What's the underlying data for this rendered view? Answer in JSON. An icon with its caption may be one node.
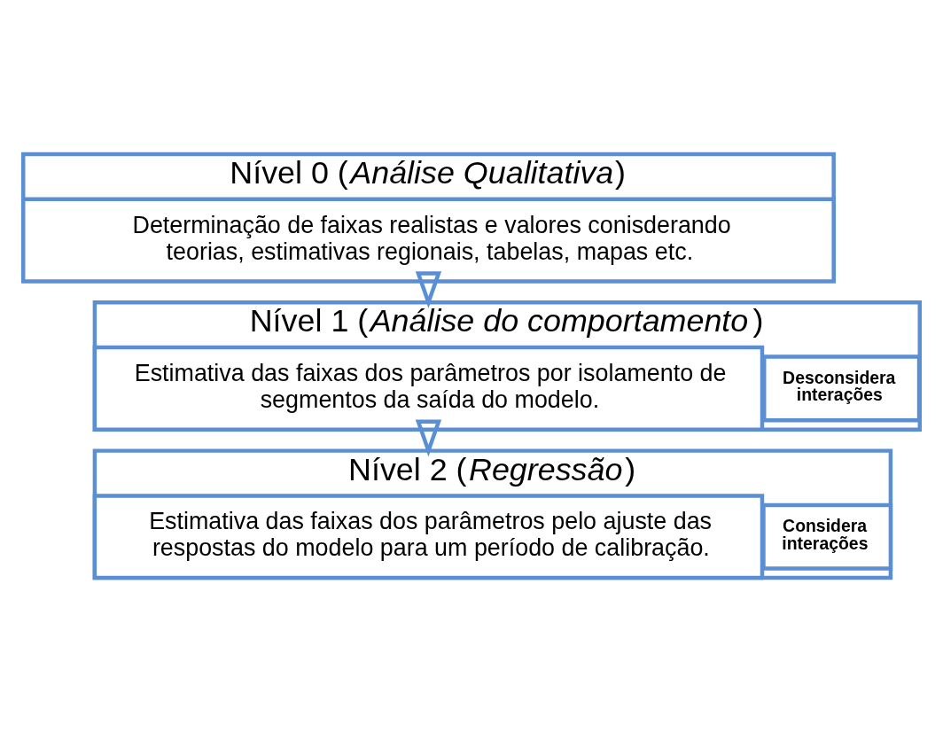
{
  "diagram": {
    "nodes": [
      {
        "text": [
          "Nível 0 (*Análise Qualitativa*)"
        ]
      },
      {
        "text": [
          "Determinação de faixas realistas e valores conisderando teorias, estimativas regionais, tabelas, mapas etc."
        ],
        "in": 0
      },
      {
        "text": [
          "Nível 1 (*Análise do comportamento*)"
        ]
      },
      {
        "text": [
          "Estimativa das faixas dos parâmetros por isolamento de segmentos da saída do modelo."
        ],
        "in": 2
      },
      {
        "text": [
          "**Desconsidera interações**"
        ],
        "in": 2
      },
      {
        "text": [
          "Nível 2 (*Regressão*)"
        ]
      },
      {
        "text": [
          "Estimativa das faixas dos parâmetros pelo ajuste das respostas do modelo para um período de calibração."
        ],
        "in": 5
      },
      {
        "text": [
          "**Considera interações**"
        ],
        "in": 5
      }
    ],
    "edges": [
      {
        "from": 0,
        "to": 2,
        "arrow": "to"
      },
      {
        "from": 2,
        "to": 5,
        "arrow": "to"
      }
    ]
  }
}
